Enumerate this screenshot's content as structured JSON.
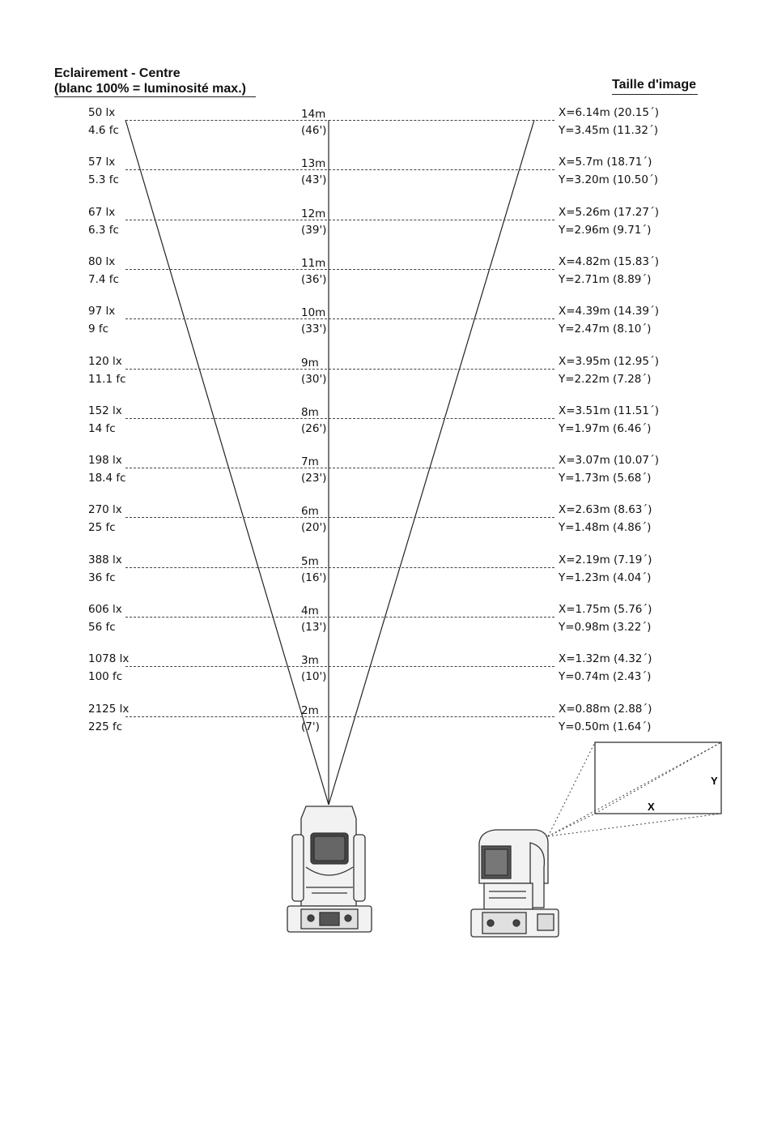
{
  "header": {
    "title_line1": "Eclairement - Centre",
    "title_line2": "(blanc 100% = luminosité max.)",
    "right_title": "Taille d'image"
  },
  "rows": [
    {
      "lux": "50 lx",
      "fc": "4.6 fc",
      "m": "14m",
      "ft": "(46')",
      "x": "X=6.14m (20.15´)",
      "y": "Y=3.45m (11.32´)"
    },
    {
      "lux": "57 lx",
      "fc": "5.3 fc",
      "m": "13m",
      "ft": "(43')",
      "x": "X=5.7m (18.71´)",
      "y": "Y=3.20m (10.50´)"
    },
    {
      "lux": "67 lx",
      "fc": "6.3 fc",
      "m": "12m",
      "ft": "(39')",
      "x": "X=5.26m (17.27´)",
      "y": "Y=2.96m (9.71´)"
    },
    {
      "lux": "80 lx",
      "fc": "7.4 fc",
      "m": "11m",
      "ft": "(36')",
      "x": "X=4.82m (15.83´)",
      "y": "Y=2.71m (8.89´)"
    },
    {
      "lux": "97 lx",
      "fc": "9 fc",
      "m": "10m",
      "ft": "(33')",
      "x": "X=4.39m (14.39´)",
      "y": "Y=2.47m (8.10´)"
    },
    {
      "lux": "120 lx",
      "fc": "11.1 fc",
      "m": "9m",
      "ft": "(30')",
      "x": "X=3.95m (12.95´)",
      "y": "Y=2.22m (7.28´)"
    },
    {
      "lux": "152 lx",
      "fc": "14 fc",
      "m": "8m",
      "ft": "(26')",
      "x": "X=3.51m (11.51´)",
      "y": "Y=1.97m (6.46´)"
    },
    {
      "lux": "198 lx",
      "fc": "18.4 fc",
      "m": "7m",
      "ft": "(23')",
      "x": "X=3.07m (10.07´)",
      "y": "Y=1.73m (5.68´)"
    },
    {
      "lux": "270 lx",
      "fc": "25 fc",
      "m": "6m",
      "ft": "(20')",
      "x": "X=2.63m (8.63´)",
      "y": "Y=1.48m (4.86´)"
    },
    {
      "lux": "388 lx",
      "fc": "36 fc",
      "m": "5m",
      "ft": "(16')",
      "x": "X=2.19m (7.19´)",
      "y": "Y=1.23m (4.04´)"
    },
    {
      "lux": "606 lx",
      "fc": "56 fc",
      "m": "4m",
      "ft": "(13')",
      "x": "X=1.75m (5.76´)",
      "y": "Y=0.98m (3.22´)"
    },
    {
      "lux": "1078 lx",
      "fc": "100 fc",
      "m": "3m",
      "ft": "(10')",
      "x": "X=1.32m (4.32´)",
      "y": "Y=0.74m (2.43´)"
    },
    {
      "lux": "2125 lx",
      "fc": "225 fc",
      "m": "2m",
      "ft": "(7')",
      "x": "X=0.88m (2.88´)",
      "y": "Y=0.50m (1.64´)"
    }
  ],
  "projection": {
    "x_axis_label": "X",
    "y_axis_label": "Y"
  },
  "colors": {
    "line": "#222222",
    "dash": "#444444",
    "fixture_fill": "#f2f2f2",
    "fixture_dark": "#333333"
  }
}
